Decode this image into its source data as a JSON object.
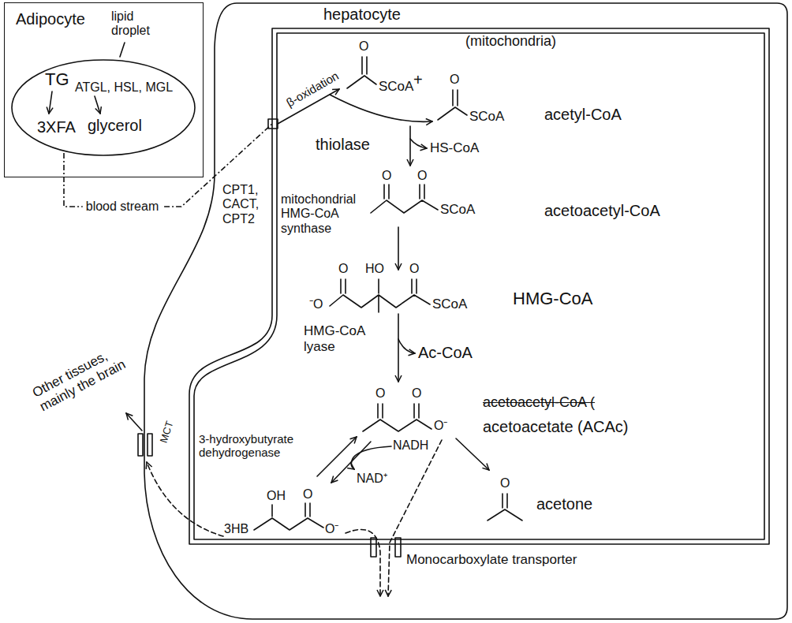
{
  "diagram": {
    "nodes": [
      {
        "text": [
          "Adipocyte"
        ]
      },
      {
        "text": [
          "lipid droplet",
          "TG",
          "ATGL, HSL, MGL",
          "3XFA",
          "glycerol"
        ],
        "in": 0
      },
      {
        "text": [
          "hepatocyte"
        ]
      },
      {
        "text": [
          "(mitochondria)"
        ],
        "in": 2
      }
    ],
    "edges": [
      {
        "from": 1,
        "to": 3,
        "arrow": "none",
        "label": "blood stream"
      }
    ],
    "labels": [
      "β-oxidation",
      "CPT1, CACT, CPT2",
      "O",
      "SCoA",
      "+",
      "O",
      "SCoA",
      "acetyl-CoA",
      "thiolase",
      "HS-CoA",
      "mitochondrial HMG-CoA synthase",
      "O",
      "O",
      "SCoA",
      "acetoacetyl-CoA",
      "⁻O",
      "O",
      "HO",
      "O",
      "SCoA",
      "HMG-CoA",
      "HMG-CoA lyase",
      "Ac-CoA",
      "O",
      "O",
      "O⁻",
      "acetoacetyl-CoA (",
      "acetoacetate (ACAc)",
      "3-hydroxybutyrate dehydrogenase",
      "NADH",
      "NAD⁺",
      "OH",
      "O",
      "3HB",
      "O⁻",
      "O",
      "acetone",
      "Monocarboxylate transporter",
      "MCT",
      "Other tissues, mainly the brain"
    ]
  }
}
